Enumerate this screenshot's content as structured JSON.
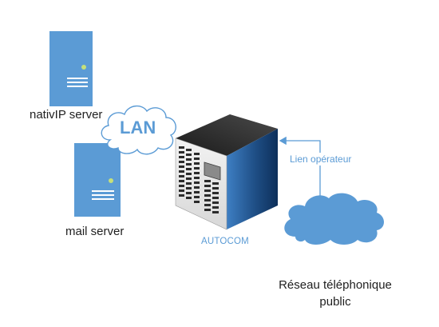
{
  "servers": {
    "nativip": {
      "label": "nativIP server"
    },
    "mail": {
      "label": "mail server"
    }
  },
  "lan": {
    "label": "LAN"
  },
  "pbx": {
    "label": "AUTOCOM"
  },
  "link": {
    "label": "Lien opérateur"
  },
  "pstn": {
    "line1": "Réseau téléphonique",
    "line2": "public"
  },
  "colors": {
    "server": "#5b9bd5",
    "cloud_fill": "#5b9bd5",
    "lan_cloud_fill": "#ffffff",
    "led": "#c6e07a"
  }
}
